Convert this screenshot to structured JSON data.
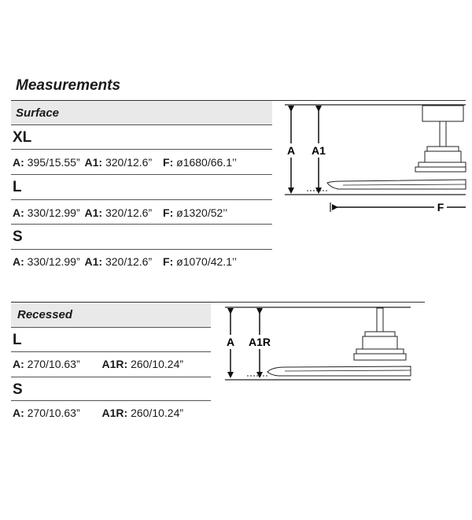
{
  "title": "Measurements",
  "surface": {
    "title": "Surface",
    "sizes": [
      {
        "name": "XL",
        "a_label": "A:",
        "a": "395/15.55”",
        "a1_label": "A1:",
        "a1": "320/12.6”",
        "f_label": "F:",
        "f": "ø1680/66.1’’"
      },
      {
        "name": "L",
        "a_label": "A:",
        "a": "330/12.99”",
        "a1_label": "A1:",
        "a1": "320/12.6”",
        "f_label": "F:",
        "f": "ø1320/52’’"
      },
      {
        "name": "S",
        "a_label": "A:",
        "a": "330/12.99”",
        "a1_label": "A1:",
        "a1": "320/12.6”",
        "f_label": "F:",
        "f": "ø1070/42.1’’"
      }
    ],
    "diagram": {
      "a": "A",
      "a1": "A1",
      "f": "F"
    }
  },
  "recessed": {
    "title": "Recessed",
    "sizes": [
      {
        "name": "L",
        "a_label": "A:",
        "a": "270/10.63”",
        "a1r_label": "A1R:",
        "a1r": "260/10.24”"
      },
      {
        "name": "S",
        "a_label": "A:",
        "a": "270/10.63”",
        "a1r_label": "A1R:",
        "a1r": "260/10.24”"
      }
    ],
    "diagram": {
      "a": "A",
      "a1r": "A1R"
    }
  }
}
